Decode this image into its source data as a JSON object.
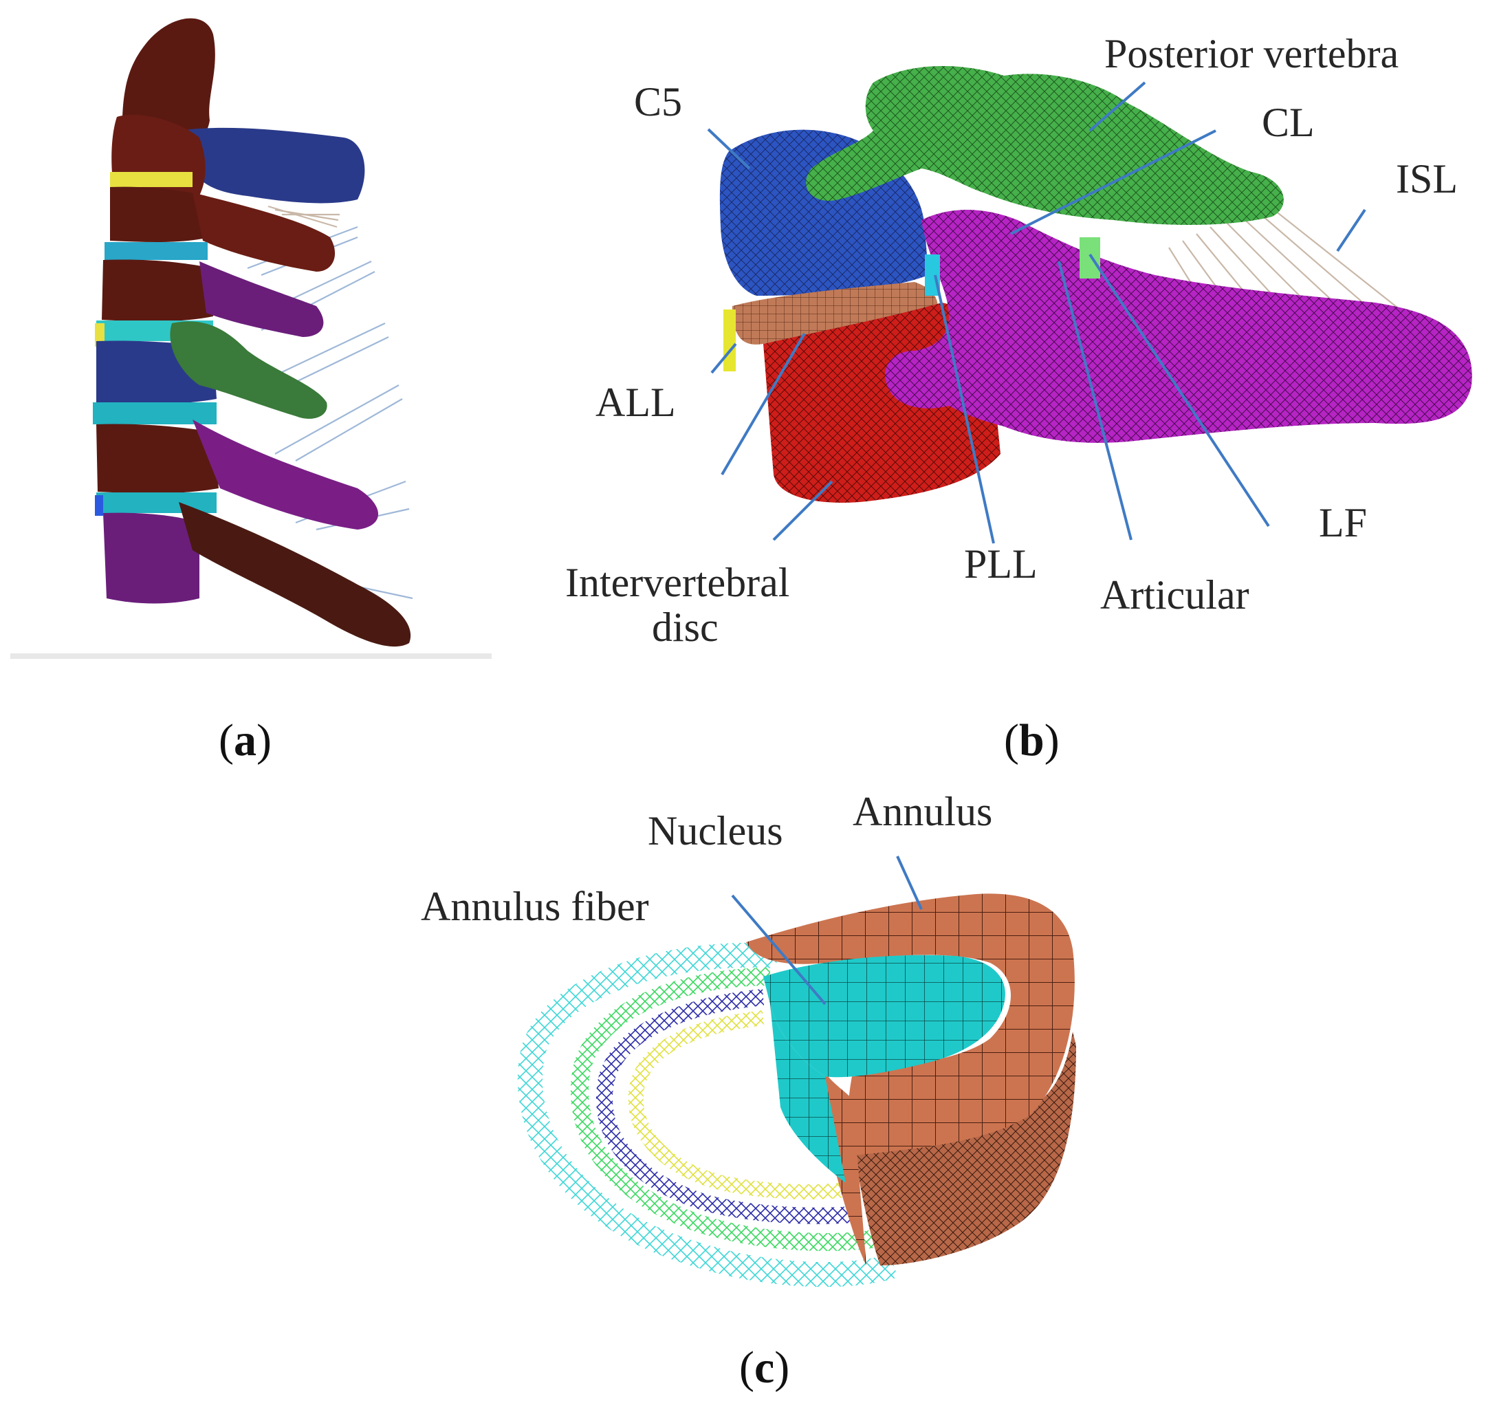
{
  "figure": {
    "panels": [
      {
        "id": "a",
        "caption": "a"
      },
      {
        "id": "b",
        "caption": "b"
      },
      {
        "id": "c",
        "caption": "c"
      }
    ]
  },
  "panel_b": {
    "labels": {
      "c5": "C5",
      "posterior_vertebra": "Posterior vertebra",
      "cl": "CL",
      "isl": "ISL",
      "all": "ALL",
      "intervertebral_disc_line1": "Intervertebral",
      "intervertebral_disc_line2": "disc",
      "pll": "PLL",
      "articular": "Articular",
      "lf": "LF"
    }
  },
  "panel_c": {
    "labels": {
      "nucleus": "Nucleus",
      "annulus": "Annulus",
      "annulus_fiber": "Annulus fiber"
    }
  },
  "colors": {
    "leader_line": "#3f7ac4",
    "vertebra_blue": "#2a4fb8",
    "vertebra_red": "#c8201c",
    "vertebra_green": "#3a9a3a",
    "vertebra_magenta": "#a020b0",
    "annulus_orange": "#c8704a",
    "nucleus_cyan": "#1ec8c8"
  }
}
